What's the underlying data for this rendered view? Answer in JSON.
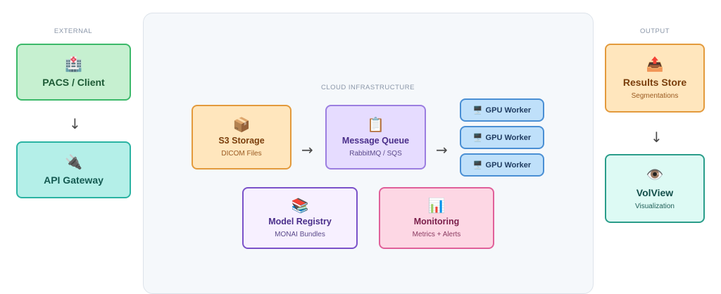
{
  "sections": {
    "external": "EXTERNAL",
    "cloud": "CLOUD INFRASTRUCTURE",
    "output": "OUTPUT"
  },
  "nodes": {
    "pacs": {
      "icon": "🏥",
      "title": "PACS / Client"
    },
    "gateway": {
      "icon": "🔌",
      "title": "API Gateway"
    },
    "s3": {
      "icon": "📦",
      "title": "S3 Storage",
      "subtitle": "DICOM Files"
    },
    "queue": {
      "icon": "📋",
      "title": "Message Queue",
      "subtitle": "RabbitMQ / SQS"
    },
    "gpu_workers": [
      {
        "icon": "🖥️",
        "label": "GPU Worker"
      },
      {
        "icon": "🖥️",
        "label": "GPU Worker"
      },
      {
        "icon": "🖥️",
        "label": "GPU Worker"
      }
    ],
    "registry": {
      "icon": "📚",
      "title": "Model Registry",
      "subtitle": "MONAI Bundles"
    },
    "monitoring": {
      "icon": "📊",
      "title": "Monitoring",
      "subtitle": "Metrics + Alerts"
    },
    "results": {
      "icon": "📤",
      "title": "Results Store",
      "subtitle": "Segmentations"
    },
    "volview": {
      "icon": "👁️",
      "title": "VolView",
      "subtitle": "Visualization"
    }
  },
  "arrows": {
    "down": "↓",
    "right": "→"
  },
  "colors": {
    "external_fill": "#c6f0d0",
    "external_border": "#3cb96a",
    "gateway_fill": "#b4efe8",
    "gateway_border": "#2bb3a3",
    "orange_fill": "#ffe6bd",
    "orange_border": "#e39a3c",
    "purple_fill": "#e6dcff",
    "purple_border": "#9b7ee0",
    "gpu_fill": "#bfe0fa",
    "gpu_border": "#4a8fd4",
    "registry_fill": "#f7f0ff",
    "registry_border": "#7b52c9",
    "monitor_fill": "#fdd7e4",
    "monitor_border": "#e0609a",
    "volview_fill": "#ddfaf4",
    "volview_border": "#2a9d8a",
    "cloud_bg": "#f5f8fb",
    "cloud_border": "#dde3ea"
  }
}
